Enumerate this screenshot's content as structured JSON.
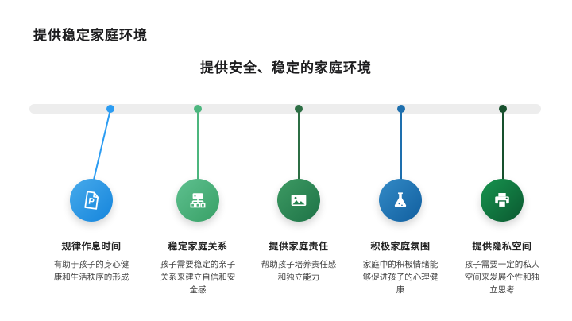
{
  "slide": {
    "title": "提供稳定家庭环境",
    "subtitle": "提供安全、稳定的家庭环境",
    "track_color": "#ededed"
  },
  "timeline": {
    "items": [
      {
        "title": "规律作息时间",
        "desc": "有助于孩子的身心健康和生活秩序的形成",
        "icon": "document-p-icon",
        "accent": "#2b9cf2",
        "circle_from": "#47aaeb",
        "circle_to": "#1585dc"
      },
      {
        "title": "稳定家庭关系",
        "desc": "孩子需要稳定的亲子关系来建立自信和安全感",
        "icon": "sitemap-icon",
        "accent": "#4cb67e",
        "circle_from": "#5ec08f",
        "circle_to": "#38a066"
      },
      {
        "title": "提供家庭责任",
        "desc": "帮助孩子培养责任感和独立能力",
        "icon": "image-icon",
        "accent": "#2c6e44",
        "circle_from": "#3d9a63",
        "circle_to": "#1e7347"
      },
      {
        "title": "积极家庭氛围",
        "desc": "家庭中的积极情绪能够促进孩子的心理健康",
        "icon": "flask-icon",
        "accent": "#1e6fae",
        "circle_from": "#338ac6",
        "circle_to": "#115f9f"
      },
      {
        "title": "提供隐私空间",
        "desc": "孩子需要一定的私人空间来发展个性和独立思考",
        "icon": "printer-icon",
        "accent": "#17502d",
        "circle_from": "#17944f",
        "circle_to": "#0b5830"
      }
    ]
  }
}
